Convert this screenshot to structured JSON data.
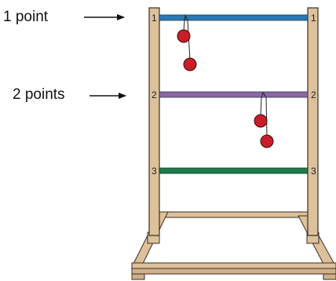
{
  "labels": {
    "one_point": "1 point",
    "two_points": "2 points"
  },
  "rungs": [
    {
      "number": "1",
      "color": "#2a79b4"
    },
    {
      "number": "2",
      "color": "#8a68a3"
    },
    {
      "number": "3",
      "color": "#1f7a4c"
    }
  ],
  "colors": {
    "wood": "#dcc19a",
    "wood_outline": "#3a2e24",
    "ball": "#c81e2a",
    "arrow": "#111111"
  }
}
